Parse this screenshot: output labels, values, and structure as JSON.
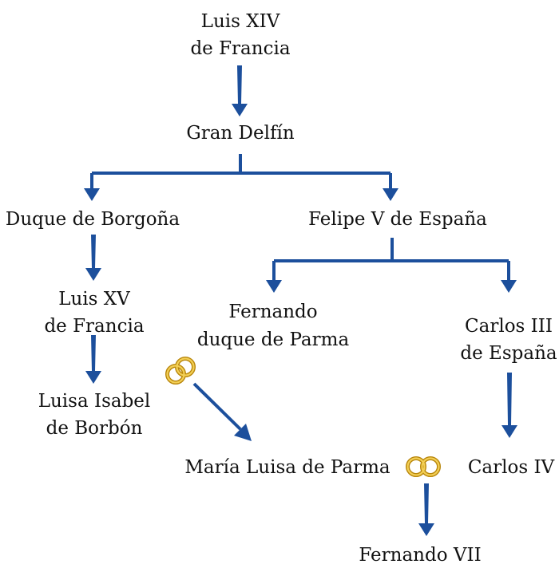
{
  "colors": {
    "connector": "#1c4f9c",
    "ring_gold": "#d4a52a",
    "text": "#111111"
  },
  "people": {
    "luis_xiv": {
      "line1": "Luis XIV",
      "line2": "de Francia"
    },
    "gran_delfin": {
      "name": "Gran Delfín"
    },
    "duque_borgona": {
      "name": "Duque de Borgoña"
    },
    "felipe_v": {
      "name": "Felipe V de España"
    },
    "luis_xv": {
      "line1": "Luis XV",
      "line2": "de Francia"
    },
    "fernando_parma": {
      "line1": "Fernando",
      "line2": "duque de Parma"
    },
    "carlos_iii": {
      "line1": "Carlos III",
      "line2": "de España"
    },
    "luisa_isabel": {
      "line1": "Luisa Isabel",
      "line2": "de Borbón"
    },
    "maria_luisa": {
      "name": "María Luisa de Parma"
    },
    "carlos_iv": {
      "name": "Carlos IV"
    },
    "fernando_vii": {
      "name": "Fernando VII"
    }
  },
  "icons": {
    "marriage": "wedding-rings-icon"
  }
}
